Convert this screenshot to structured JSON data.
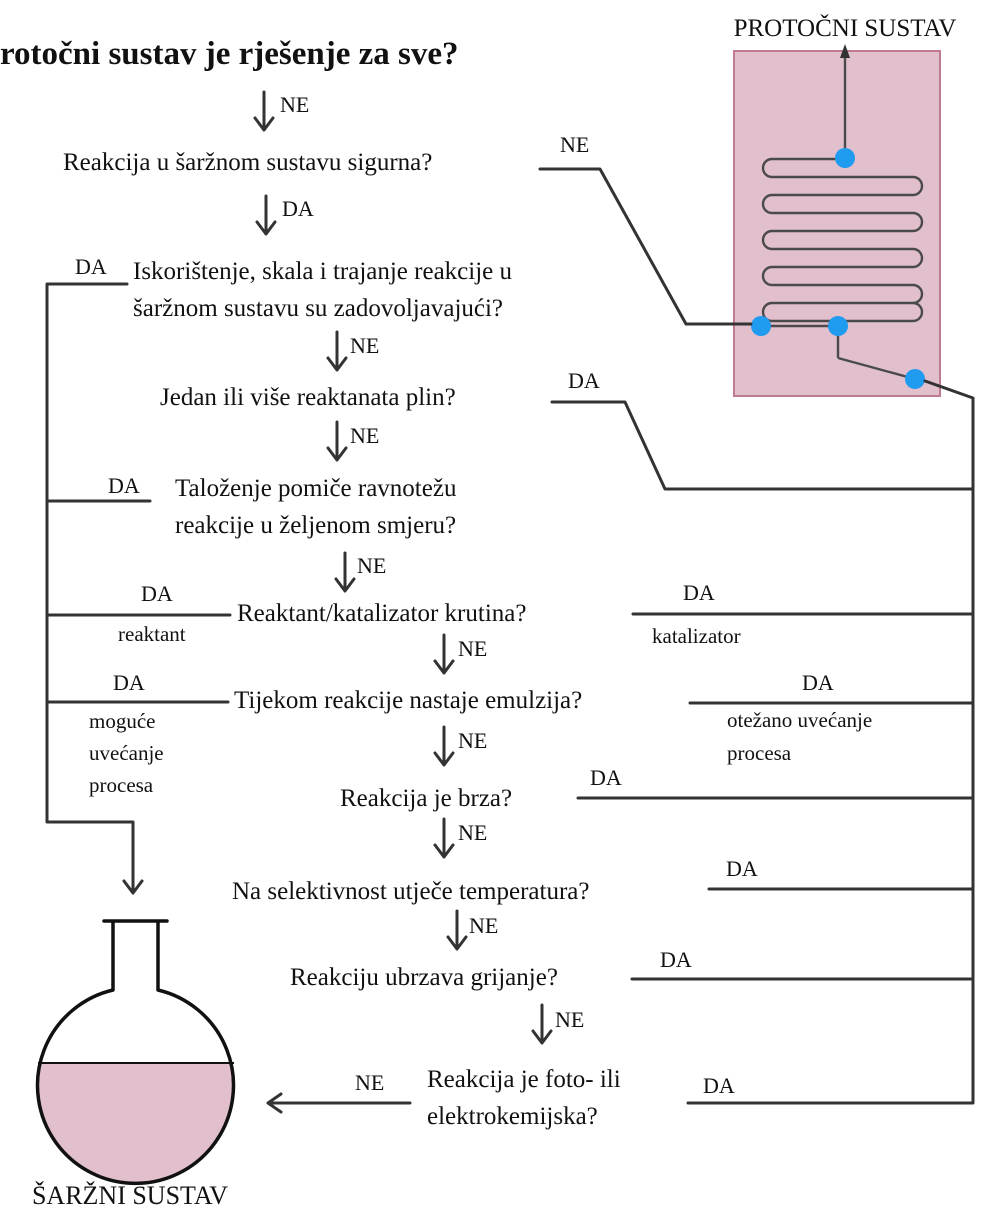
{
  "title": "rotočni sustav je rješenje za sve?",
  "flow_system": {
    "label": "PROTOČNI SUSTAV",
    "fill_color": "#e1bfcd",
    "border_color": "#c07a92",
    "dot_color": "#1f9bf0"
  },
  "batch_system": {
    "label": "ŠARŽNI SUSTAV",
    "liquid_color": "#e1bfcd"
  },
  "questions": {
    "q1": "Reakcija u šaržnom sustavu sigurna?",
    "q2_line1": "Iskorištenje, skala i trajanje reakcije u",
    "q2_line2": "šaržnom sustavu su zadovoljavajući?",
    "q3": "Jedan ili više reaktanata plin?",
    "q4_line1": "Taloženje pomiče ravnotežu",
    "q4_line2": "reakcije u željenom smjeru?",
    "q5": "Reaktant/katalizator krutina?",
    "q6": "Tijekom reakcije nastaje emulzija?",
    "q7": "Reakcija je brza?",
    "q8": "Na selektivnost utječe temperatura?",
    "q9": "Reakciju ubrzava grijanje?",
    "q10_line1": "Reakcija je foto- ili",
    "q10_line2": "elektrokemijska?"
  },
  "labels": {
    "yes": "DA",
    "no": "NE",
    "reactant": "reaktant",
    "catalyst": "katalizator",
    "scaleup_possible_1": "moguće",
    "scaleup_possible_2": "uvećanje",
    "scaleup_possible_3": "procesa",
    "scaleup_hard_1": "otežano uvećanje",
    "scaleup_hard_2": "procesa"
  }
}
